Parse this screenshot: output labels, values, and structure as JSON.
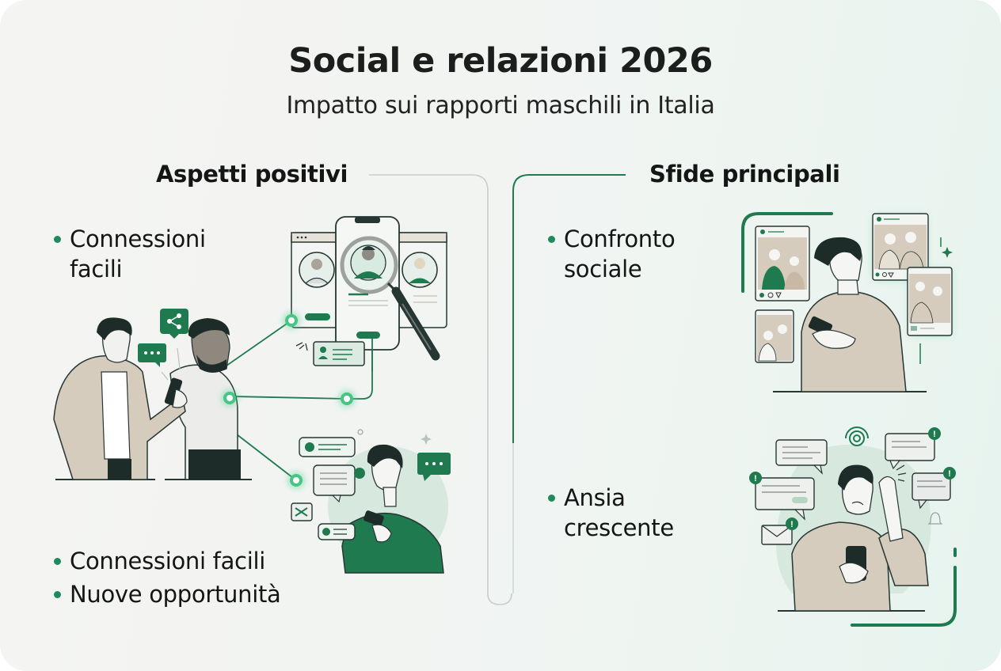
{
  "header": {
    "title": "Social e relazioni 2026",
    "subtitle": "Impatto sui rapporti maschili in Italia"
  },
  "left_section": {
    "title": "Aspetti positivi",
    "top_bullets": [
      {
        "label": "Connessioni facili"
      }
    ],
    "bottom_bullets": [
      {
        "label": "Connessioni facili"
      },
      {
        "label": "Nuove opportunità"
      }
    ],
    "illustrations": [
      {
        "name": "two-men-sharing-phone",
        "icons": [
          "chat-bubble-icon",
          "share-icon"
        ]
      },
      {
        "name": "profile-search",
        "icons": [
          "magnifying-glass-icon",
          "profile-card-icon"
        ]
      },
      {
        "name": "man-messaging",
        "icons": [
          "chat-bubble-icon",
          "mail-icon",
          "user-icon"
        ]
      }
    ]
  },
  "right_section": {
    "title": "Sfide principali",
    "bullets": [
      {
        "label": "Confronto sociale"
      },
      {
        "label": "Ansia crescente"
      }
    ],
    "illustrations": [
      {
        "name": "man-comparing-social-posts",
        "icons": [
          "heart-icon",
          "comment-icon",
          "send-icon"
        ]
      },
      {
        "name": "anxious-man-notifications",
        "icons": [
          "spiral-icon",
          "alert-icon",
          "mail-icon",
          "bell-icon"
        ]
      }
    ]
  },
  "colors": {
    "accent": "#1f7a4f",
    "accent_glow": "#5fd49a",
    "beige": "#d6ccbd",
    "dark": "#233230",
    "divider_gray": "#c9ceca"
  }
}
